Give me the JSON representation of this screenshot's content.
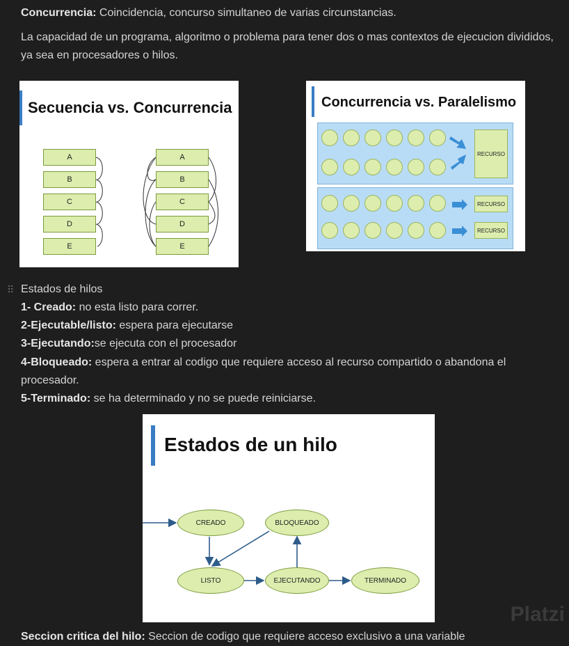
{
  "intro": {
    "concurrencia_term": "Concurrencia:",
    "concurrencia_def": " Coincidencia, concurso simultaneo de varias circunstancias.",
    "capacity_text": "La capacidad de un programa, algoritmo o problema para tener dos o mas contextos de ejecucion divididos, ya sea en procesadores o hilos."
  },
  "slide_seq": {
    "title": "Secuencia vs. Concurrencia",
    "left_boxes": [
      "A",
      "B",
      "C",
      "D",
      "E"
    ],
    "right_boxes": [
      "A",
      "B",
      "C",
      "D",
      "E"
    ]
  },
  "slide_par": {
    "title": "Concurrencia vs. Paralelismo",
    "resource_label": "RECURSO"
  },
  "states": {
    "heading": "Estados de hilos",
    "items": [
      {
        "term": "1- Creado:",
        "text": " no esta listo para correr."
      },
      {
        "term": "2-Ejecutable/listo:",
        "text": " espera para ejecutarse"
      },
      {
        "term": "3-Ejecutando:",
        "text": "se ejecuta con el procesador"
      },
      {
        "term": "4-Bloqueado:",
        "text": " espera a entrar al codigo que requiere acceso al recurso compartido o abandona el procesador."
      },
      {
        "term": "5-Terminado:",
        "text": " se ha determinado y no se puede reiniciarse."
      }
    ]
  },
  "slide_states": {
    "title": "Estados de un hilo",
    "creado": "CREADO",
    "bloqueado": "BLOQUEADO",
    "listo": "LISTO",
    "ejecutando": "EJECUTANDO",
    "terminado": "TERMINADO"
  },
  "footer": {
    "cut_term": "Seccion critica del hilo:",
    "cut_text": " Seccion de codigo que requiere acceso exclusivo a una variable"
  },
  "watermark": "Platzi"
}
